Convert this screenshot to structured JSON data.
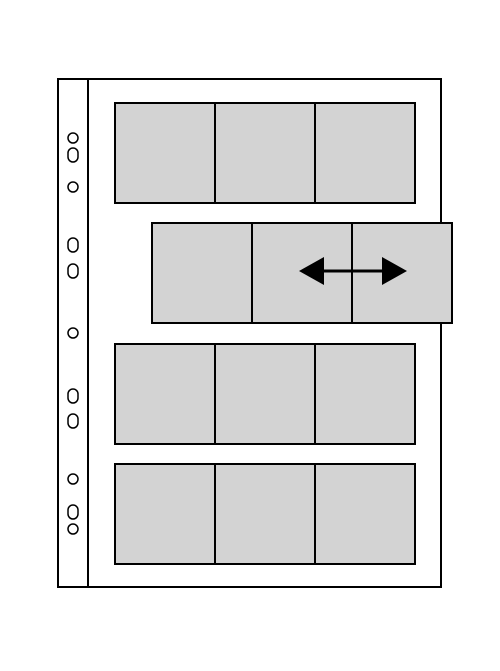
{
  "diagram": {
    "kind": "binder-pocket-sheet",
    "colors": {
      "outline": "#000000",
      "page": "#ffffff",
      "pocket": "#d3d3d3",
      "arrow": "#000000"
    },
    "pocket_rows": [
      {
        "id": "row-1",
        "pockets": 3,
        "offset": "none"
      },
      {
        "id": "row-2",
        "pockets": 3,
        "offset": "shifted-right"
      },
      {
        "id": "row-3",
        "pockets": 3,
        "offset": "none"
      },
      {
        "id": "row-4",
        "pockets": 3,
        "offset": "none"
      }
    ],
    "punch_holes": [
      "round",
      "oval",
      "round",
      "oval",
      "oval",
      "round",
      "oval",
      "oval",
      "round",
      "oval",
      "round"
    ],
    "slide_indicator": {
      "icon": "double-headed-arrow-icon",
      "direction": "horizontal",
      "row": "row-2"
    }
  }
}
